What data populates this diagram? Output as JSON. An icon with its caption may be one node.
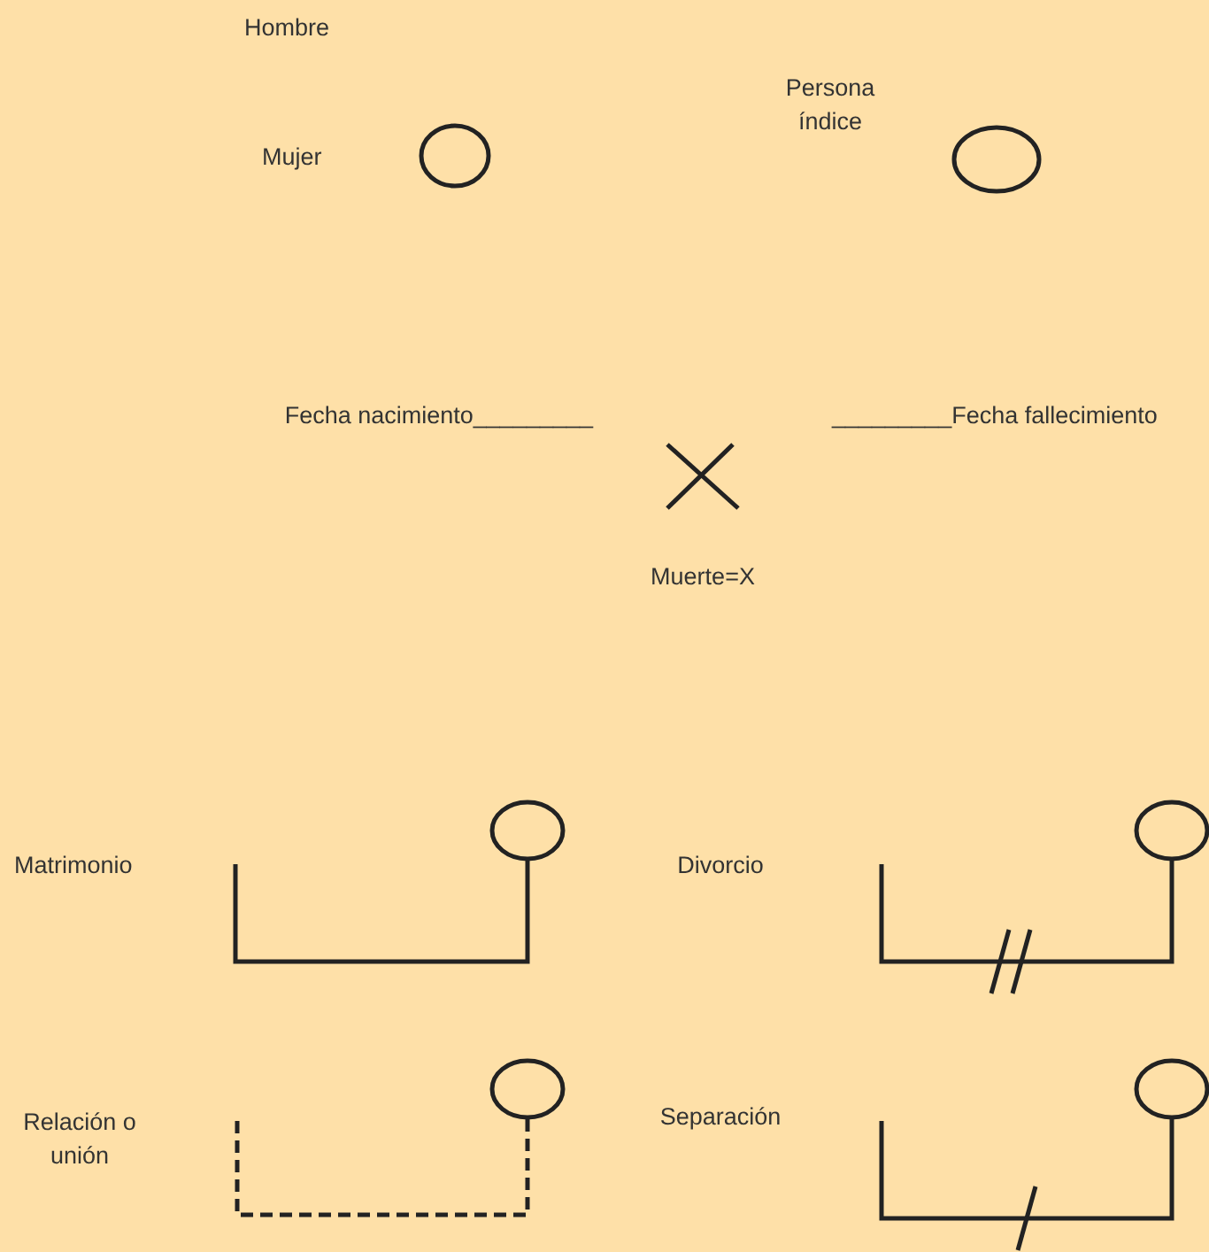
{
  "diagram": {
    "nodes": [
      {
        "text": [],
        "shape": "circle"
      },
      {
        "text": [],
        "shape": "circle"
      },
      {
        "text": [],
        "shape": "cross"
      },
      {
        "text": [],
        "shape": "circle"
      },
      {
        "text": [],
        "shape": "circle"
      },
      {
        "text": [],
        "shape": "circle"
      },
      {
        "text": [],
        "shape": "circle"
      }
    ],
    "edges": [
      {
        "from": null,
        "to": 3,
        "arrow": "none"
      },
      {
        "from": null,
        "to": 4,
        "arrow": "none"
      },
      {
        "from": null,
        "to": 5,
        "arrow": "none",
        "style": "dashed"
      },
      {
        "from": null,
        "to": 6,
        "arrow": "none"
      }
    ],
    "labels": [
      "Hombre",
      "Persona índice",
      "Mujer",
      "Fecha nacimiento_________",
      "_________Fecha fallecimiento",
      "Muerte=X",
      "Matrimonio",
      "Divorcio",
      "Relación o unión",
      "Separación"
    ]
  }
}
